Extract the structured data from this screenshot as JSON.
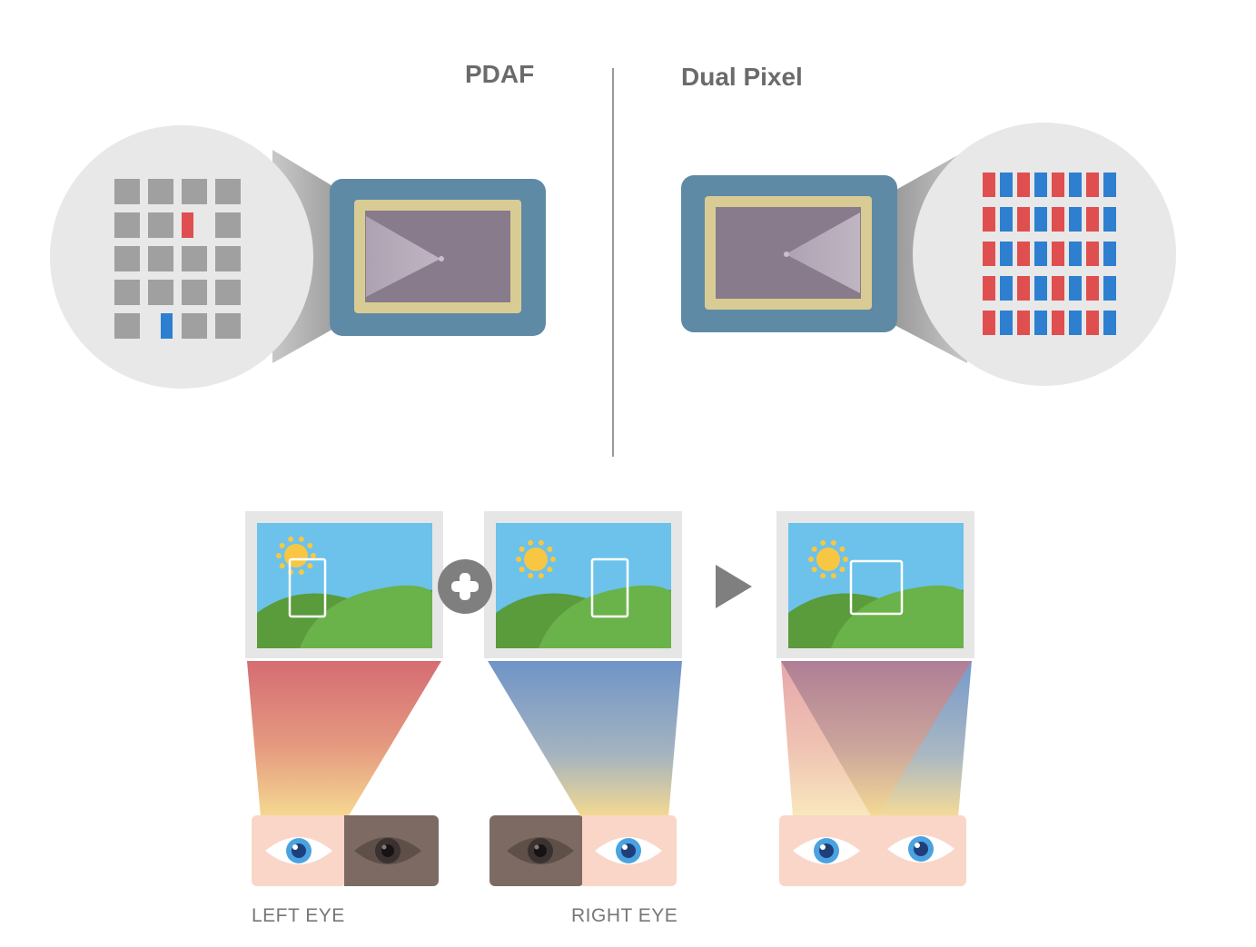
{
  "titles": {
    "pdaf": "PDAF",
    "dual_pixel": "Dual Pixel"
  },
  "eye_labels": {
    "left": "LEFT EYE",
    "right": "RIGHT EYE"
  },
  "colors": {
    "pixel_gray": "#a0a0a0",
    "pixel_red": "#e04f50",
    "pixel_blue": "#2e7fd0",
    "sensor_frame": "#5f8aa6",
    "sensor_inner": "#d8cc94",
    "sensor_face": "#887b8c",
    "sky": "#6cc2ea",
    "hill": "#6ab24a",
    "sun": "#f7c743",
    "beam_red": "#d56c73",
    "beam_blue": "#6f94c8",
    "beam_yellow": "#f5d991",
    "eye_open_bg": "#f9d6c8",
    "eye_closed_bg": "#7d6a62",
    "connector": "#7f7f7f"
  },
  "icons": {
    "plus": "plus-icon",
    "arrow": "play-arrow-icon",
    "eye_open": "eye-icon",
    "eye_closed": "eye-closed-icon",
    "sun": "sun-icon"
  }
}
